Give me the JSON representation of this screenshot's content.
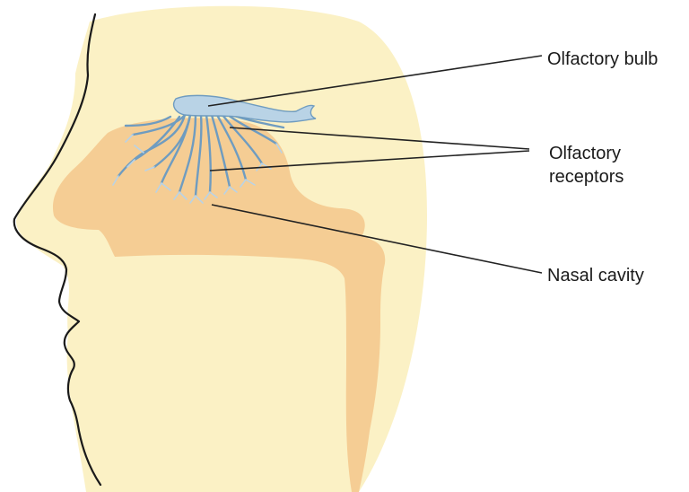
{
  "labels": {
    "olfactory_bulb": "Olfactory bulb",
    "olfactory_receptors_line1": "Olfactory",
    "olfactory_receptors_line2": "receptors",
    "nasal_cavity": "Nasal cavity"
  },
  "colors": {
    "skin": "#fbf1c5",
    "cavity": "#f5cd94",
    "nerve": "#b9d3e6",
    "nerve_outline": "#6f9cc0",
    "outline": "#1a1a1a",
    "leader_line": "#222222"
  }
}
